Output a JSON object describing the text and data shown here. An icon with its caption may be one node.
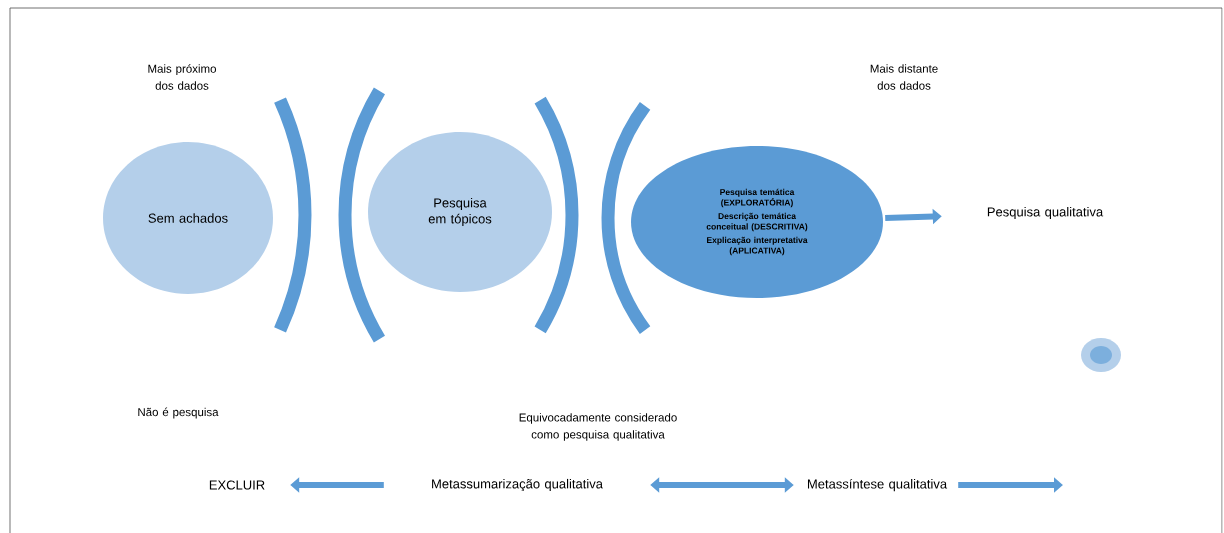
{
  "diagram": {
    "nodes": [
      {
        "text": [
          "Sem achados"
        ]
      },
      {
        "text": [
          "Pesquisa em tópicos"
        ]
      },
      {
        "text": [
          "Pesquisa temática (EXPLORATÓRIA)",
          "Descrição temática conceitual (DESCRITIVA)",
          "Explicação interpretativa (APLICATIVA)"
        ]
      },
      {
        "text": [
          "Pesquisa qualitativa"
        ]
      },
      {
        "text": [
          "EXCLUIR"
        ]
      },
      {
        "text": [
          "Metassumarização qualitativa"
        ]
      },
      {
        "text": [
          "Metassíntese qualitativa"
        ]
      }
    ],
    "edges": [
      {
        "from": 2,
        "to": 3,
        "arrow": "to"
      },
      {
        "from": 5,
        "to": 4,
        "arrow": "to"
      },
      {
        "from": 5,
        "to": 6,
        "arrow": "both"
      },
      {
        "from": 6,
        "to": null,
        "arrow": "to"
      }
    ],
    "labels": [
      "Mais próximo dos dados",
      "Mais distante dos dados",
      "Não é pesquisa",
      "Equivocadamente considerado como pesquisa qualitativa"
    ]
  }
}
